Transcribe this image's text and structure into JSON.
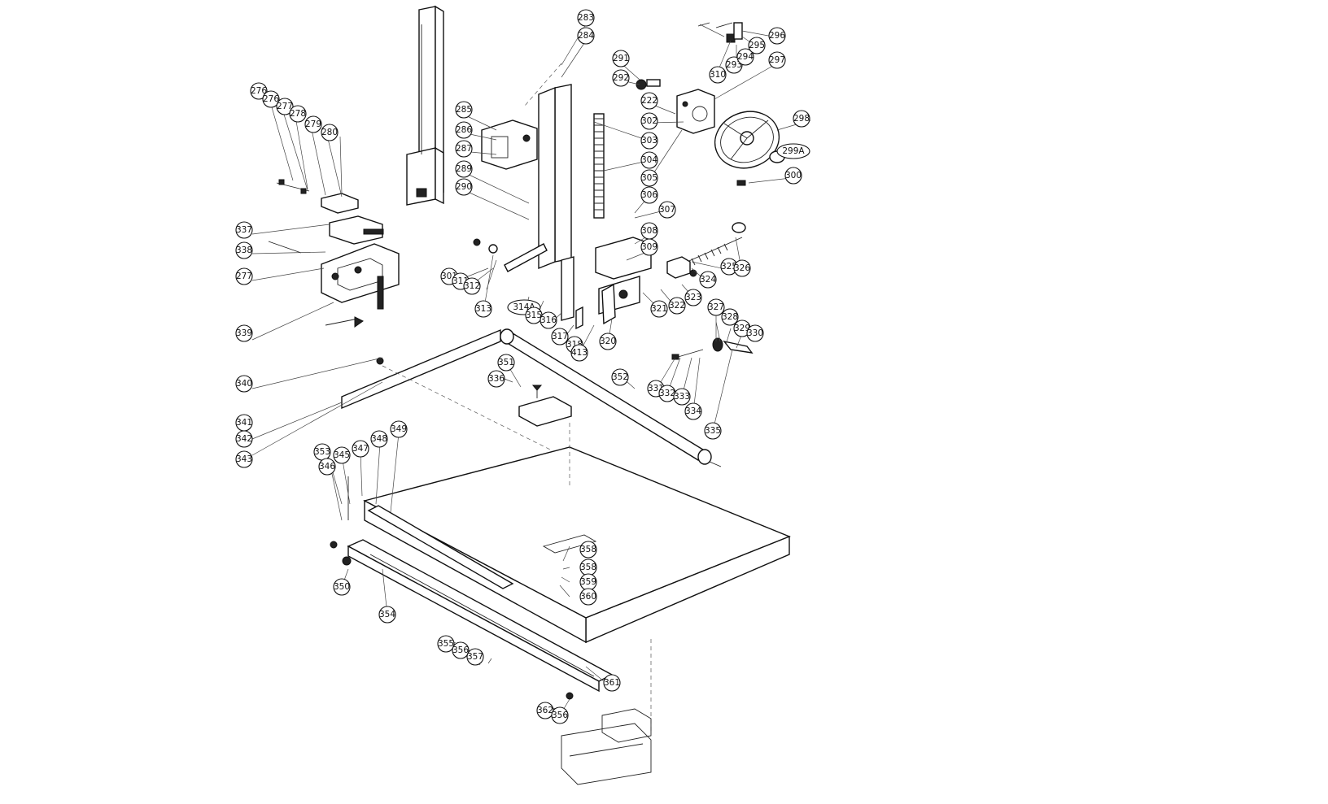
{
  "diagram": {
    "callouts": [
      {
        "label": "276"
      },
      {
        "label": "276"
      },
      {
        "label": "277"
      },
      {
        "label": "278"
      },
      {
        "label": "279"
      },
      {
        "label": "280"
      },
      {
        "label": "337"
      },
      {
        "label": "338"
      },
      {
        "label": "277"
      },
      {
        "label": "339"
      },
      {
        "label": "340"
      },
      {
        "label": "341"
      },
      {
        "label": "342"
      },
      {
        "label": "343"
      },
      {
        "label": "283"
      },
      {
        "label": "284"
      },
      {
        "label": "285"
      },
      {
        "label": "286"
      },
      {
        "label": "287"
      },
      {
        "label": "289"
      },
      {
        "label": "290"
      },
      {
        "label": "291"
      },
      {
        "label": "292"
      },
      {
        "label": "222"
      },
      {
        "label": "302"
      },
      {
        "label": "303"
      },
      {
        "label": "304"
      },
      {
        "label": "305"
      },
      {
        "label": "306"
      },
      {
        "label": "307"
      },
      {
        "label": "308"
      },
      {
        "label": "309"
      },
      {
        "label": "310"
      },
      {
        "label": "293"
      },
      {
        "label": "294"
      },
      {
        "label": "295"
      },
      {
        "label": "296"
      },
      {
        "label": "297"
      },
      {
        "label": "298"
      },
      {
        "label": "299A"
      },
      {
        "label": "300"
      },
      {
        "label": "301"
      },
      {
        "label": "311"
      },
      {
        "label": "312"
      },
      {
        "label": "313"
      },
      {
        "label": "314A"
      },
      {
        "label": "315"
      },
      {
        "label": "316"
      },
      {
        "label": "317"
      },
      {
        "label": "318"
      },
      {
        "label": "413"
      },
      {
        "label": "320"
      },
      {
        "label": "321"
      },
      {
        "label": "322"
      },
      {
        "label": "323"
      },
      {
        "label": "324"
      },
      {
        "label": "325"
      },
      {
        "label": "326"
      },
      {
        "label": "327"
      },
      {
        "label": "328"
      },
      {
        "label": "329"
      },
      {
        "label": "330"
      },
      {
        "label": "331"
      },
      {
        "label": "332"
      },
      {
        "label": "333"
      },
      {
        "label": "334"
      },
      {
        "label": "335"
      },
      {
        "label": "336"
      },
      {
        "label": "351"
      },
      {
        "label": "352"
      },
      {
        "label": "353"
      },
      {
        "label": "346"
      },
      {
        "label": "345"
      },
      {
        "label": "347"
      },
      {
        "label": "348"
      },
      {
        "label": "349"
      },
      {
        "label": "350"
      },
      {
        "label": "354"
      },
      {
        "label": "355"
      },
      {
        "label": "356"
      },
      {
        "label": "357"
      },
      {
        "label": "358"
      },
      {
        "label": "358"
      },
      {
        "label": "359"
      },
      {
        "label": "360"
      },
      {
        "label": "361"
      },
      {
        "label": "362"
      },
      {
        "label": "356"
      },
      {
        "label": "357"
      }
    ]
  }
}
